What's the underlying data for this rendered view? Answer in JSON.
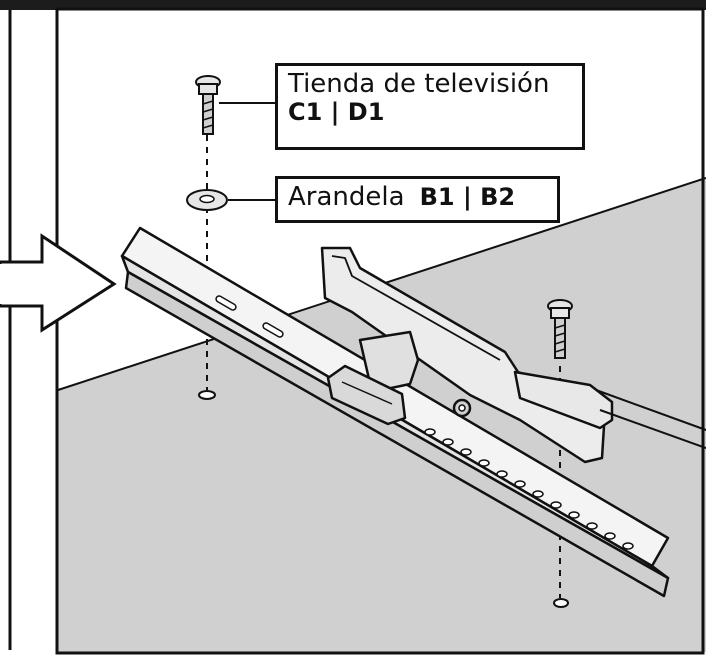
{
  "callouts": {
    "screw": {
      "label": "Tienda de televisión",
      "codes": "C1 | D1"
    },
    "washer": {
      "label": "Arandela",
      "codes": "B1 | B2"
    }
  },
  "colors": {
    "line": "#111111",
    "floor": "#d0d0d0",
    "top_bar": "#1c1c1c",
    "hardware": "#e6e6e6",
    "background": "#ffffff"
  },
  "icons": [
    "screw-icon",
    "washer-icon",
    "mount-bracket-icon",
    "direction-arrow-icon"
  ]
}
